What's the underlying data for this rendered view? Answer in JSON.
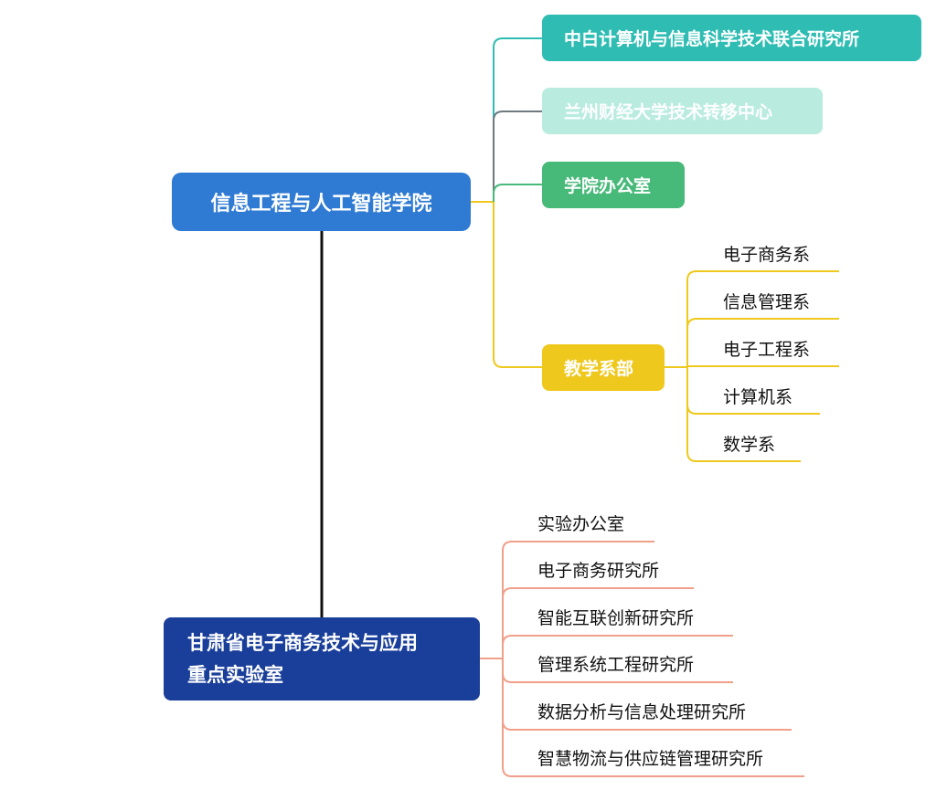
{
  "root_college": "信息工程与人工智能学院",
  "root_lab": [
    "甘肃省电子商务技术与应用",
    "重点实验室"
  ],
  "college_children": {
    "institute_cn_be": "中白计算机与信息科学技术联合研究所",
    "transfer_center": "兰州财经大学技术转移中心",
    "office": "学院办公室",
    "teaching": "教学系部"
  },
  "departments": [
    "电子商务系",
    "信息管理系",
    "电子工程系",
    "计算机系",
    "数学系"
  ],
  "lab_children": [
    "实验办公室",
    "电子商务研究所",
    "智能互联创新研究所",
    "管理系统工程研究所",
    "数据分析与信息处理研究所",
    "智慧物流与供应链管理研究所"
  ],
  "colors": {
    "teal": "#2fbdb3",
    "mint": "#b9ecdf",
    "green": "#47b979",
    "yellow": "#efc81e",
    "blue": "#2f7bd3",
    "navy": "#1a3f9a",
    "salmon": "#f0a08a"
  }
}
